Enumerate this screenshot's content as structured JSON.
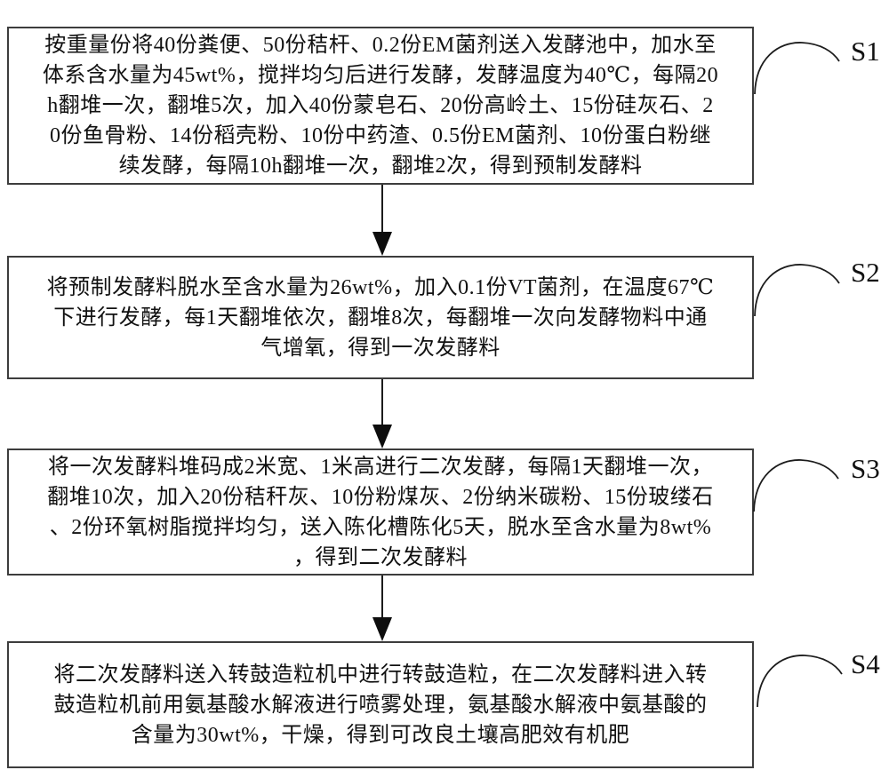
{
  "figure": {
    "type": "flowchart",
    "background_color": "#ffffff",
    "box_border_color": "#3d3d3d",
    "line_color": "#1c1c1c",
    "text_color": "#111111"
  },
  "steps": [
    {
      "label": "S1",
      "text": "按重量份将40份粪便、50份秸杆、0.2份EM菌剂送入发酵池中，加水至\n体系含水量为45wt%，搅拌均匀后进行发酵，发酵温度为40℃，每隔20\nh翻堆一次，翻堆5次，加入40份蒙皂石、20份高岭土、15份硅灰石、2\n0份鱼骨粉、14份稻壳粉、10份中药渣、0.5份EM菌剂、10份蛋白粉继\n续发酵，每隔10h翻堆一次，翻堆2次，得到预制发酵料"
    },
    {
      "label": "S2",
      "text": "将预制发酵料脱水至含水量为26wt%，加入0.1份VT菌剂，在温度67℃\n下进行发酵，每1天翻堆依次，翻堆8次，每翻堆一次向发酵物料中通\n气增氧，得到一次发酵料"
    },
    {
      "label": "S3",
      "text": "将一次发酵料堆码成2米宽、1米高进行二次发酵，每隔1天翻堆一次，\n翻堆10次，加入20份秸秆灰、10份粉煤灰、2份纳米碳粉、15份玻缕石\n、2份环氧树脂搅拌均匀，送入陈化槽陈化5天，脱水至含水量为8wt%\n，得到二次发酵料"
    },
    {
      "label": "S4",
      "text": "将二次发酵料送入转鼓造粒机中进行转鼓造粒，在二次发酵料进入转\n鼓造粒机前用氨基酸水解液进行喷雾处理，氨基酸水解液中氨基酸的\n含量为30wt%，干燥，得到可改良土壤高肥效有机肥"
    }
  ]
}
